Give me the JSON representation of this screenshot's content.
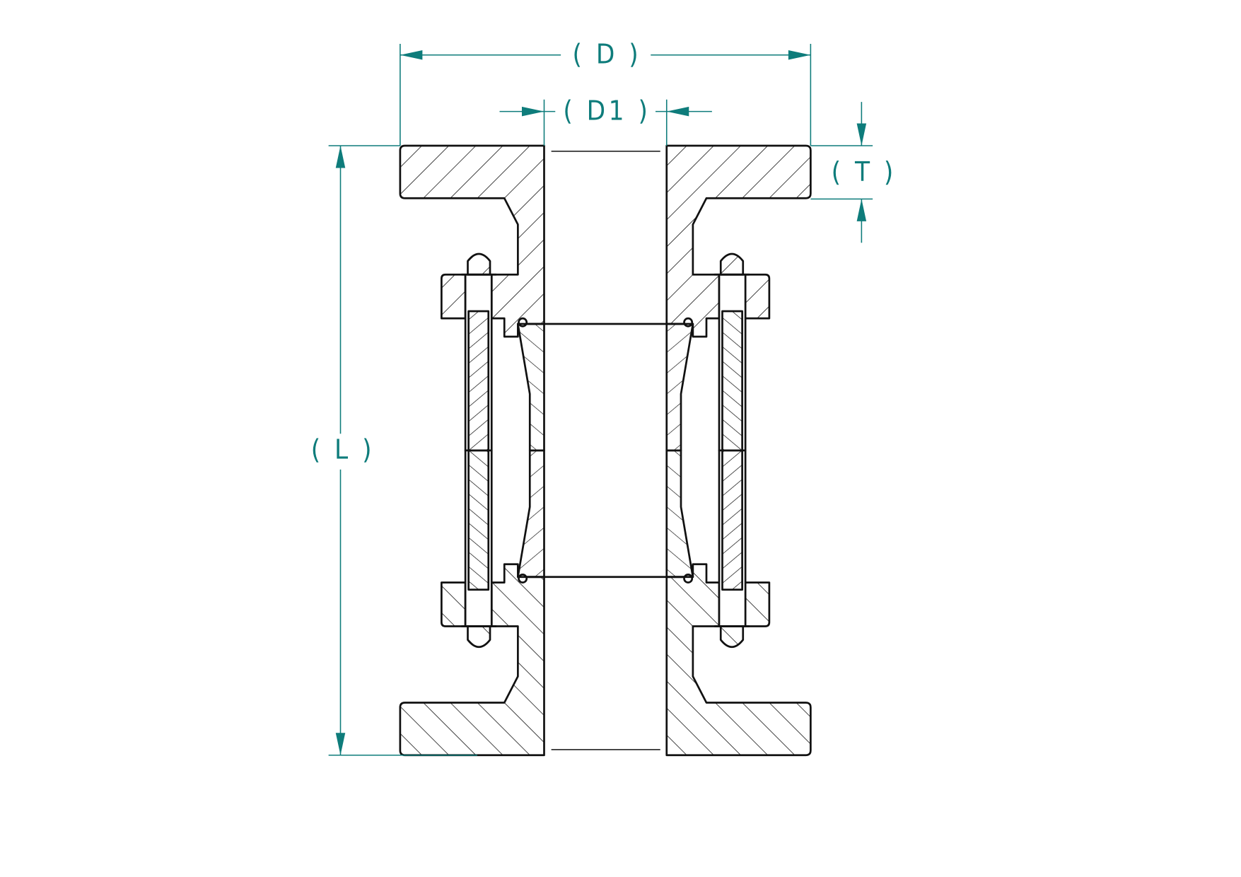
{
  "drawing": {
    "title": "Sight glass flow indicator cross-section",
    "line_color": "#111111",
    "dimension_color": "#0e7c7b",
    "dimensions": {
      "D": "( D )",
      "D1": "( D1 )",
      "T": "( T )",
      "L": "( L )"
    }
  }
}
